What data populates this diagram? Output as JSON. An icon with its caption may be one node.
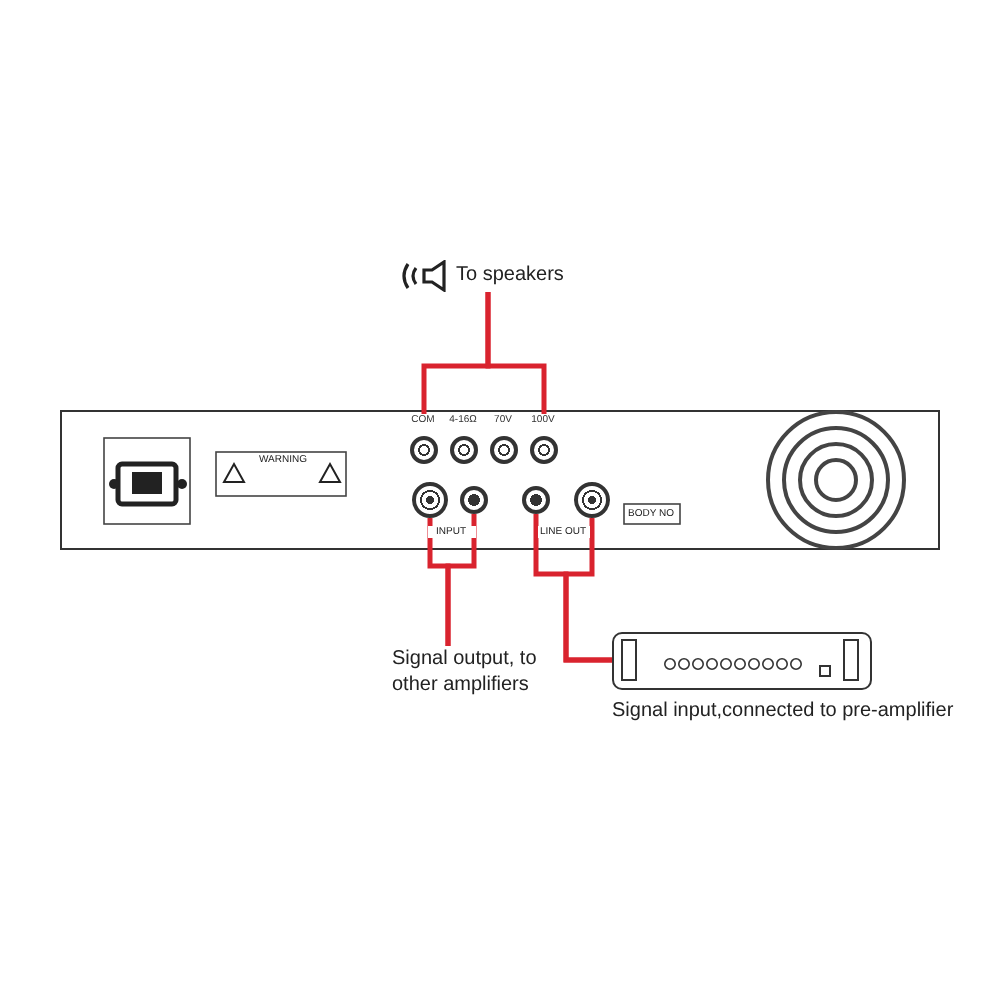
{
  "diagram": {
    "nodes": [
      {
        "text": [
          "To speakers"
        ]
      },
      {
        "text": [],
        "shape": "box"
      },
      {
        "text": [
          "COM"
        ],
        "in": 1
      },
      {
        "text": [
          "4-16Ω"
        ],
        "in": 1
      },
      {
        "text": [
          "70V"
        ],
        "in": 1
      },
      {
        "text": [
          "100V"
        ],
        "in": 1
      },
      {
        "text": [],
        "shape": "circle",
        "in": 1
      },
      {
        "text": [],
        "shape": "circle",
        "in": 1
      },
      {
        "text": [],
        "shape": "circle",
        "in": 1
      },
      {
        "text": [],
        "shape": "circle",
        "in": 1
      },
      {
        "text": [
          "Signal output, to other amplifiers"
        ]
      },
      {
        "text": [],
        "shape": "box",
        "beside": [
          "Signal input,connected to pre-amplifier"
        ]
      }
    ],
    "edges": [
      {
        "from": 2,
        "to": 0,
        "arrow": "none"
      },
      {
        "from": 5,
        "to": 0,
        "arrow": "none"
      },
      {
        "from": 6,
        "to": 10,
        "arrow": "none"
      },
      {
        "from": 7,
        "to": 10,
        "arrow": "none"
      },
      {
        "from": 8,
        "to": 11,
        "arrow": "none"
      },
      {
        "from": 9,
        "to": 11,
        "arrow": "none"
      }
    ],
    "labels": [
      "WARNING",
      "INPUT",
      "LINE OUT",
      "BODY NO"
    ]
  }
}
